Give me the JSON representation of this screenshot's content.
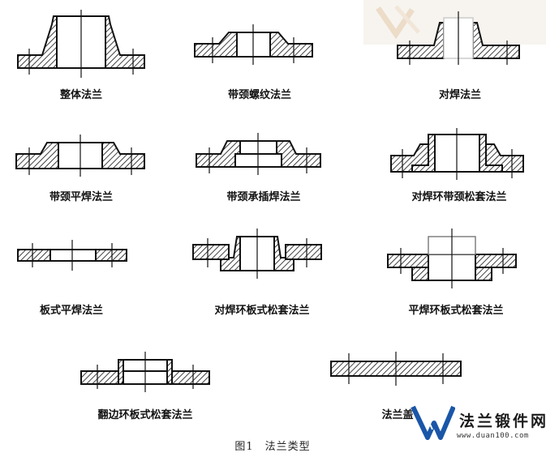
{
  "figure": {
    "caption": "图1　法兰类型",
    "items": [
      {
        "label": "整体法兰"
      },
      {
        "label": "带颈螺纹法兰"
      },
      {
        "label": "对焊法兰"
      },
      {
        "label": "带颈平焊法兰"
      },
      {
        "label": "带颈承插焊法兰"
      },
      {
        "label": "对焊环带颈松套法兰"
      },
      {
        "label": "板式平焊法兰"
      },
      {
        "label": "对焊环板式松套法兰"
      },
      {
        "label": "平焊环板式松套法兰"
      },
      {
        "label": "翻边环板式松套法兰"
      },
      {
        "label": "法兰盖"
      }
    ]
  },
  "watermark": {
    "title": "法兰锻件网",
    "url": "www.duan100.com",
    "logo_icon": "duan100-logo-icon",
    "logo_color": "#1a56a8"
  }
}
